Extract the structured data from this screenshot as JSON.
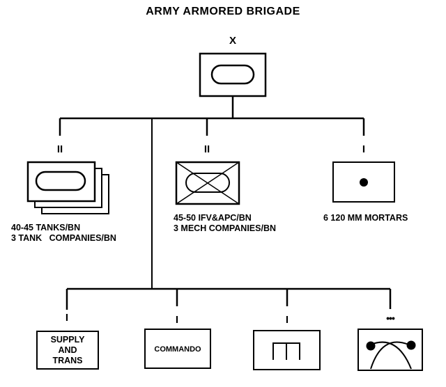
{
  "title": "ARMY ARMORED BRIGADE",
  "hq": {
    "echelon": "X"
  },
  "tank_battalion": {
    "echelon": "II",
    "caption_line1": "40-45 TANKS/BN",
    "caption_line2": "3 TANK   COMPANIES/BN",
    "symbol": "armor-oval-stacked"
  },
  "mech_battalion": {
    "echelon": "II",
    "caption_line1": "45-50 IFV&APC/BN",
    "caption_line2": "3 MECH COMPANIES/BN",
    "symbol": "mechanized-infantry"
  },
  "mortar_company": {
    "echelon": "I",
    "caption": "6 120 MM MORTARS",
    "symbol": "mortar-dot"
  },
  "supply_company": {
    "echelon": "I",
    "label_line1": "SUPPLY",
    "label_line2": "AND",
    "label_line3": "TRANS"
  },
  "commando_company": {
    "echelon": "I",
    "label": "COMMANDO"
  },
  "engineer_company": {
    "echelon": "I",
    "symbol": "engineer"
  },
  "artillery_battalion": {
    "echelon": "•••",
    "symbol": "artillery"
  }
}
